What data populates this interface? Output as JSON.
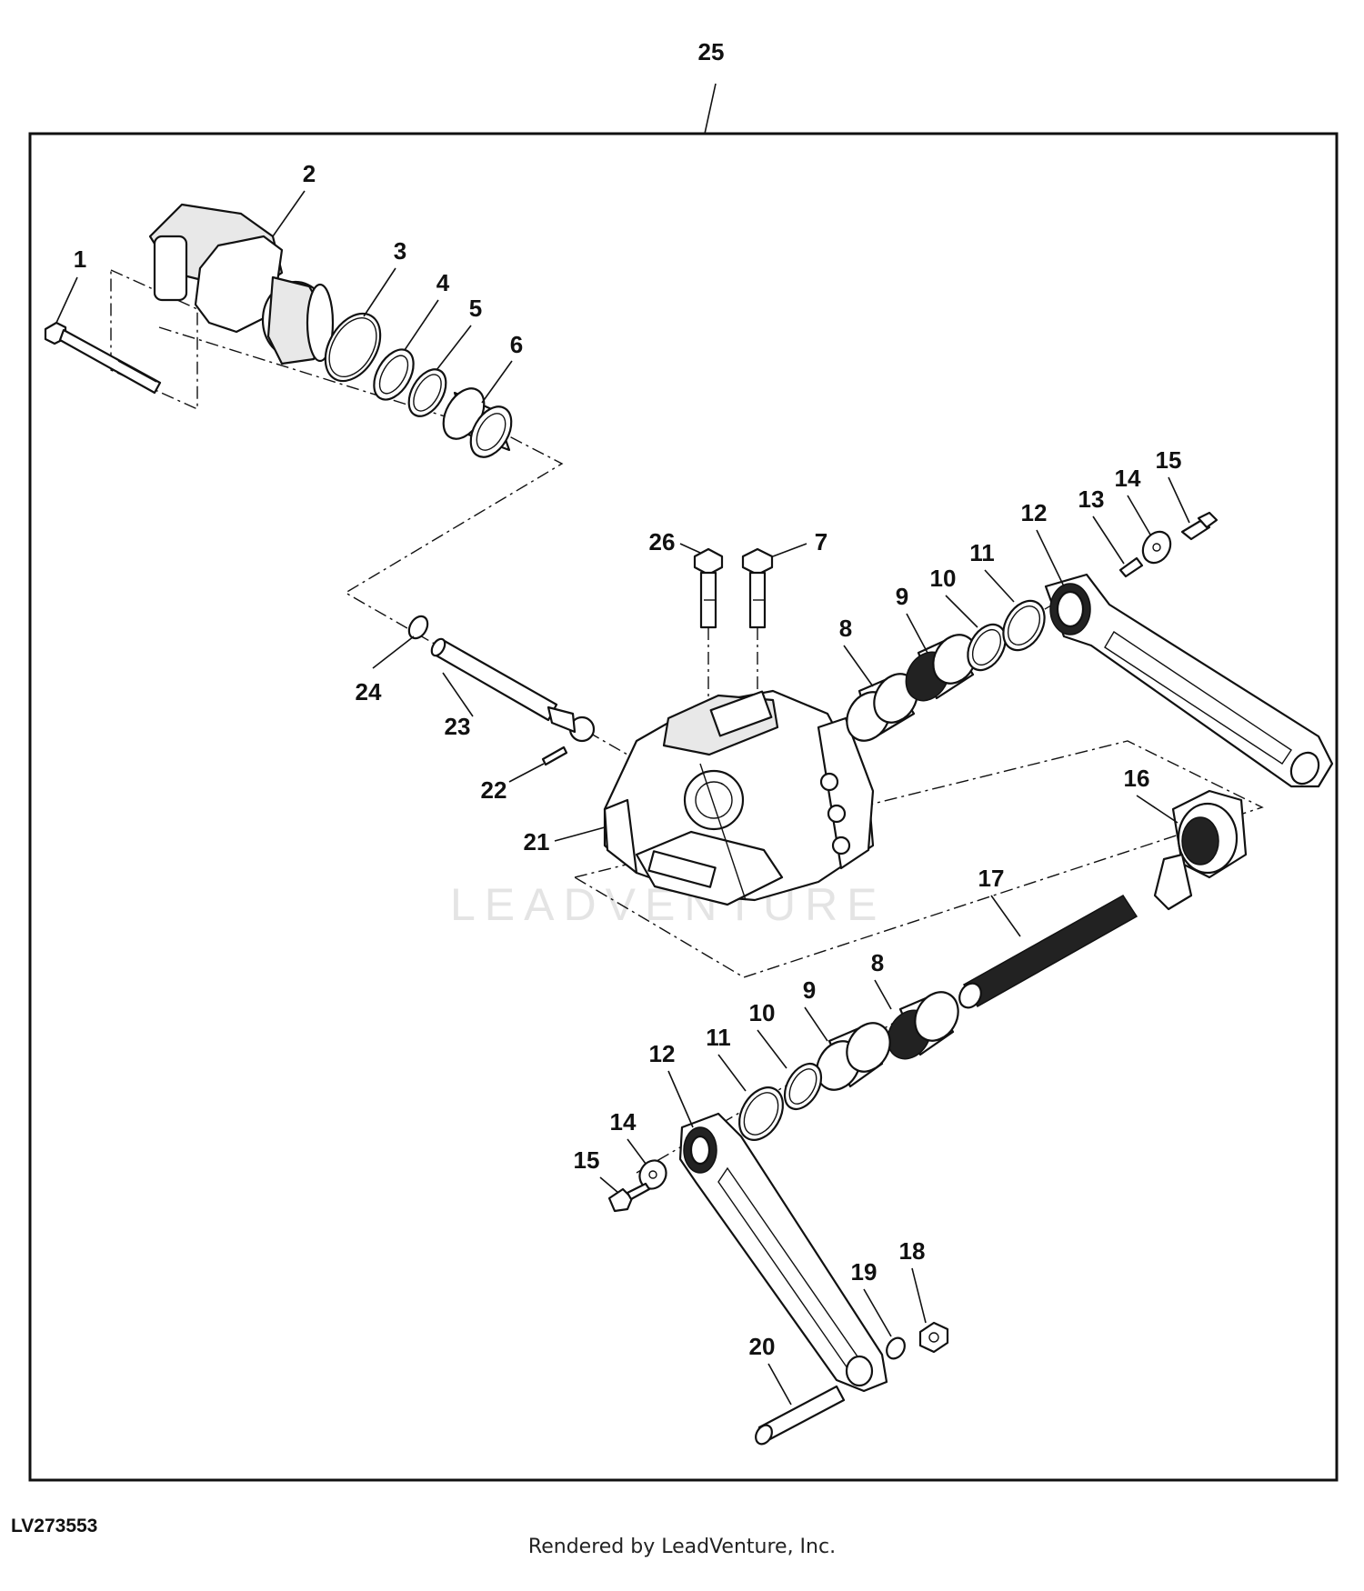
{
  "diagram": {
    "assembly_number": "25",
    "callouts": [
      "1",
      "2",
      "3",
      "4",
      "5",
      "6",
      "7",
      "8",
      "9",
      "10",
      "11",
      "12",
      "13",
      "14",
      "15",
      "16",
      "17",
      "8",
      "9",
      "10",
      "11",
      "12",
      "14",
      "15",
      "18",
      "19",
      "20",
      "21",
      "22",
      "23",
      "24",
      "26"
    ],
    "watermark": "LEADVENTURE",
    "drawing_id": "LV273553",
    "credit": "Rendered by LeadVenture, Inc."
  }
}
